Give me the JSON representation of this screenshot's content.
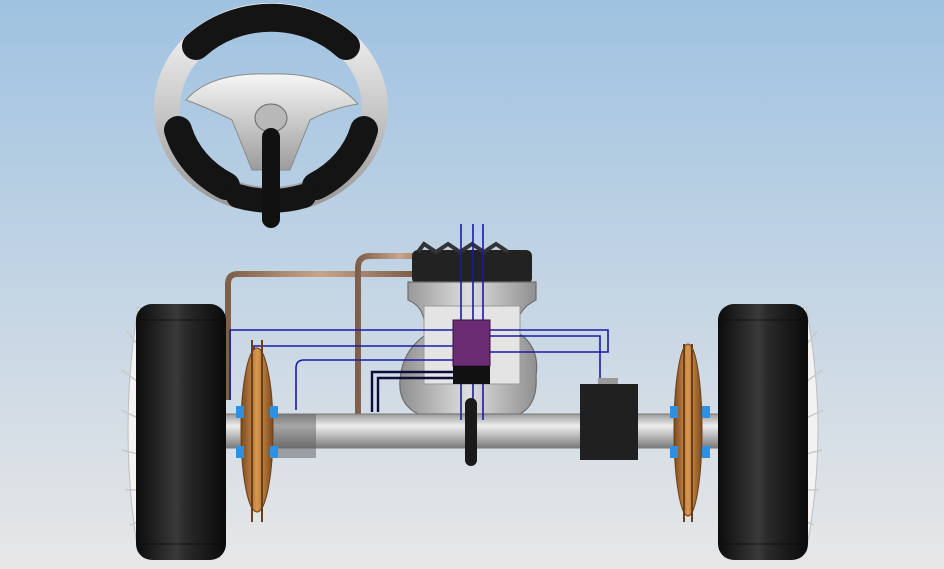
{
  "scene": {
    "colors": {
      "background_top": "#9fc2e1",
      "background_bottom": "#e7e7e7",
      "tire": "#151515",
      "tire_highlight": "#3a3a3a",
      "rim": "#f2f2f2",
      "steering_grip": "#141414",
      "steering_metal": "#d0d0d0",
      "brake_disc": "#c07a38",
      "wheel_hub": "#2f8fe0",
      "axle": "#c4c4c4",
      "engine_block": "#c9c9c9",
      "engine_head": "#222222",
      "ecu_box": "#6b2c73",
      "wire_blue": "#1a1aa8",
      "wire_dark": "#0d0d3a",
      "brake_line": "#a8826a",
      "component_box": "#202020"
    },
    "components": [
      "steering-wheel",
      "steering-column",
      "left-wheel",
      "right-wheel",
      "left-brake-disc",
      "right-brake-disc",
      "rear-axle",
      "engine",
      "ecu-module",
      "battery-box",
      "brake-lines",
      "wiring-harness"
    ]
  }
}
